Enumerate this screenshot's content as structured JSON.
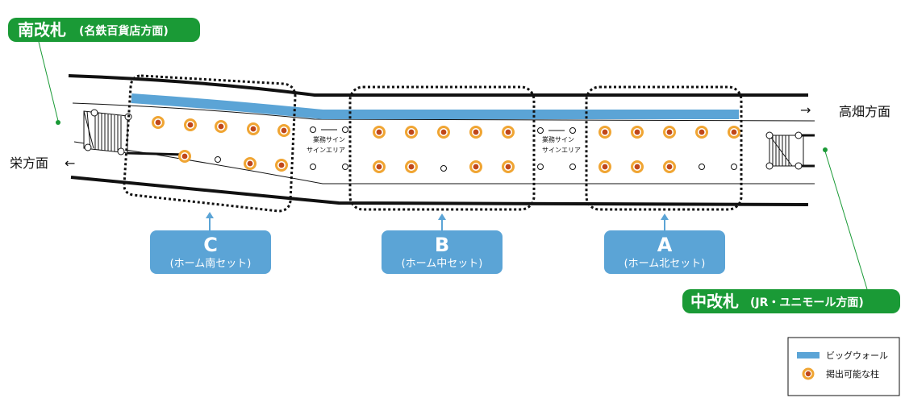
{
  "exits": {
    "south": {
      "main": "南改札",
      "sub": "(名鉄百貨店方面)"
    },
    "central": {
      "main": "中改札",
      "sub": "(JR・ユニモール方面)"
    }
  },
  "directions": {
    "left": "栄方面",
    "right": "高畑方面",
    "arrow_left": "←",
    "arrow_right": "→"
  },
  "signs": [
    {
      "line1": "業務サイン",
      "line2": "サインエリア"
    },
    {
      "line1": "業務サイン",
      "line2": "サインエリア"
    }
  ],
  "sets": [
    {
      "letter": "C",
      "label": "(ホーム南セット)"
    },
    {
      "letter": "B",
      "label": "(ホーム中セット)"
    },
    {
      "letter": "A",
      "label": "(ホーム北セット)"
    }
  ],
  "legend": {
    "big_wall": "ビッグウォール",
    "pillar": "掲出可能な柱"
  },
  "colors": {
    "green": "#1a9a36",
    "blue_box": "#5ba4d6",
    "big_wall": "#5ba4d6",
    "pillar_ring": "#f0a533",
    "pillar_core": "#c0471a"
  }
}
